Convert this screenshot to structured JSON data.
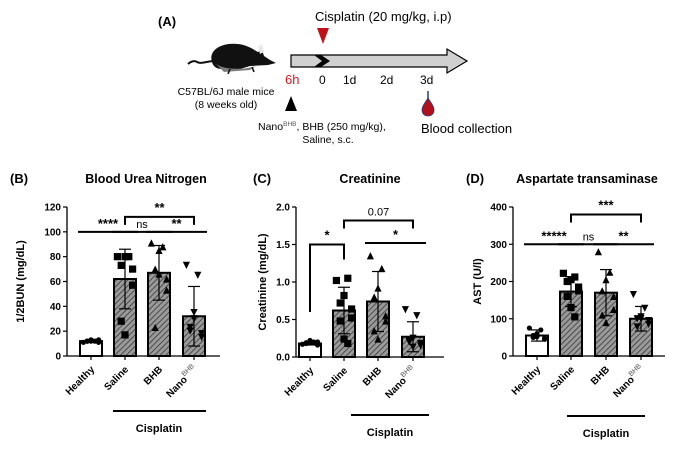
{
  "figure": {
    "panel_a": {
      "label": "(A)",
      "mouse_caption_line1": "C57BL/6J male mice",
      "mouse_caption_line2": "(8 weeks old)",
      "cisplatin_label": "Cisplatin (20 mg/kg, i.p)",
      "timepoints": [
        {
          "label": "6h",
          "color": "#e0141e"
        },
        {
          "label": "0",
          "color": "#000000"
        },
        {
          "label": "1d",
          "color": "#000000"
        },
        {
          "label": "2d",
          "color": "#000000"
        },
        {
          "label": "3d",
          "color": "#000000"
        }
      ],
      "treatment_line1_prefix": "Nano",
      "treatment_line1_sup": "BHB",
      "treatment_line1_suffix": ", BHB (250 mg/kg),",
      "treatment_line2": "Saline, s.c.",
      "blood_label": "Blood collection",
      "colors": {
        "arrow_fill": "#d0d0d0",
        "cisplatin_marker": "#c0111b",
        "blood_drop": "#b0101a",
        "treatment_marker": "#000000"
      }
    },
    "group_label": "Cisplatin",
    "categories": [
      "Healthy",
      "Saline",
      "BHB",
      "Nano"
    ],
    "category_sup": [
      "",
      "",
      "",
      "BHB"
    ],
    "colors": {
      "healthy_fill": "#ffffff",
      "treated_fill": "#9a9a9a",
      "hatch": "#303030",
      "axis": "#000000"
    }
  },
  "chart_data": [
    {
      "type": "bar",
      "panel": "(B)",
      "title": "Blood Urea Nitrogen",
      "ylabel": "1/2BUN (mg/dL)",
      "xlabel": "",
      "ylim": [
        0,
        120
      ],
      "yticks": [
        0,
        20,
        40,
        60,
        80,
        100,
        120
      ],
      "ytick_labels": [
        "0",
        "20",
        "40",
        "60",
        "80",
        "100",
        "120"
      ],
      "categories": [
        "Healthy",
        "Saline",
        "BHB",
        "NanoBHB"
      ],
      "values": [
        12,
        62,
        67,
        32
      ],
      "sd": [
        1,
        24,
        22,
        24
      ],
      "points": [
        [
          11,
          12,
          13,
          12,
          11,
          13,
          12,
          12
        ],
        [
          80,
          80,
          80,
          73,
          70,
          57,
          28,
          17
        ],
        [
          91,
          88,
          85,
          70,
          62,
          53,
          23,
          66
        ],
        [
          73,
          65,
          35,
          23,
          18,
          15,
          20,
          30
        ]
      ],
      "markers": [
        "circle",
        "square",
        "triangle-up",
        "triangle-down"
      ],
      "significance": [
        {
          "from": 0,
          "to": 1,
          "label": "****",
          "level": 100,
          "type": "line"
        },
        {
          "from": 1,
          "to": 2,
          "label": "ns",
          "level": 100,
          "type": "line"
        },
        {
          "from": 2,
          "to": 3,
          "label": "**",
          "level": 100,
          "type": "line"
        },
        {
          "from": 1,
          "to": 3,
          "label": "**",
          "level": 112,
          "type": "bracket"
        }
      ]
    },
    {
      "type": "bar",
      "panel": "(C)",
      "title": "Creatinine",
      "ylabel": "Creatinine (mg/dL)",
      "xlabel": "",
      "ylim": [
        0,
        2.0
      ],
      "yticks": [
        0,
        0.5,
        1.0,
        1.5,
        2.0
      ],
      "ytick_labels": [
        "0.0",
        "0.5",
        "1.0",
        "1.5",
        "2.0"
      ],
      "categories": [
        "Healthy",
        "Saline",
        "BHB",
        "NanoBHB"
      ],
      "values": [
        0.18,
        0.62,
        0.74,
        0.27
      ],
      "sd": [
        0.02,
        0.31,
        0.4,
        0.2
      ],
      "points": [
        [
          0.17,
          0.2,
          0.22,
          0.19,
          0.16,
          0.2,
          0.18,
          0.21
        ],
        [
          1.02,
          1.05,
          0.82,
          0.72,
          0.64,
          0.52,
          0.48,
          0.24,
          0.18
        ],
        [
          1.35,
          1.18,
          0.92,
          0.8,
          0.55,
          0.48,
          0.35,
          0.24
        ],
        [
          0.63,
          0.55,
          0.25,
          0.2,
          0.15,
          0.18,
          0.22,
          0.13
        ]
      ],
      "markers": [
        "circle",
        "square",
        "triangle-up",
        "triangle-down"
      ],
      "significance": [
        {
          "from": 0,
          "to": 1,
          "label": "*",
          "level": 1.5,
          "type": "bracket",
          "left_drop": 0.6,
          "right_drop": 1.3
        },
        {
          "from": 2,
          "to": 3,
          "label": "*",
          "level": 1.52,
          "type": "line"
        },
        {
          "from": 1,
          "to": 3,
          "label": "0.07",
          "level": 1.82,
          "type": "bracket"
        }
      ]
    },
    {
      "type": "bar",
      "panel": "(D)",
      "title": "Aspartate transaminase",
      "ylabel": "AST (U/l)",
      "xlabel": "",
      "ylim": [
        0,
        400
      ],
      "yticks": [
        0,
        100,
        200,
        300,
        400
      ],
      "ytick_labels": [
        "0",
        "100",
        "200",
        "300",
        "400"
      ],
      "categories": [
        "Healthy",
        "Saline",
        "BHB",
        "NanoBHB"
      ],
      "values": [
        55,
        173,
        170,
        100
      ],
      "sd": [
        15,
        40,
        62,
        33
      ],
      "points": [
        [
          75,
          70,
          60,
          50,
          45,
          48,
          55,
          52
        ],
        [
          222,
          212,
          205,
          200,
          185,
          175,
          160,
          130,
          105
        ],
        [
          280,
          225,
          205,
          175,
          160,
          125,
          110,
          90
        ],
        [
          165,
          128,
          105,
          100,
          95,
          85,
          78,
          100
        ]
      ],
      "markers": [
        "circle",
        "square",
        "triangle-up",
        "triangle-down"
      ],
      "significance": [
        {
          "from": 0,
          "to": 1,
          "label": "*****",
          "level": 300,
          "type": "line"
        },
        {
          "from": 1,
          "to": 2,
          "label": "ns",
          "level": 300,
          "type": "line"
        },
        {
          "from": 2,
          "to": 3,
          "label": "**",
          "level": 300,
          "type": "line"
        },
        {
          "from": 1,
          "to": 3,
          "label": "***",
          "level": 380,
          "type": "bracket"
        }
      ]
    }
  ]
}
